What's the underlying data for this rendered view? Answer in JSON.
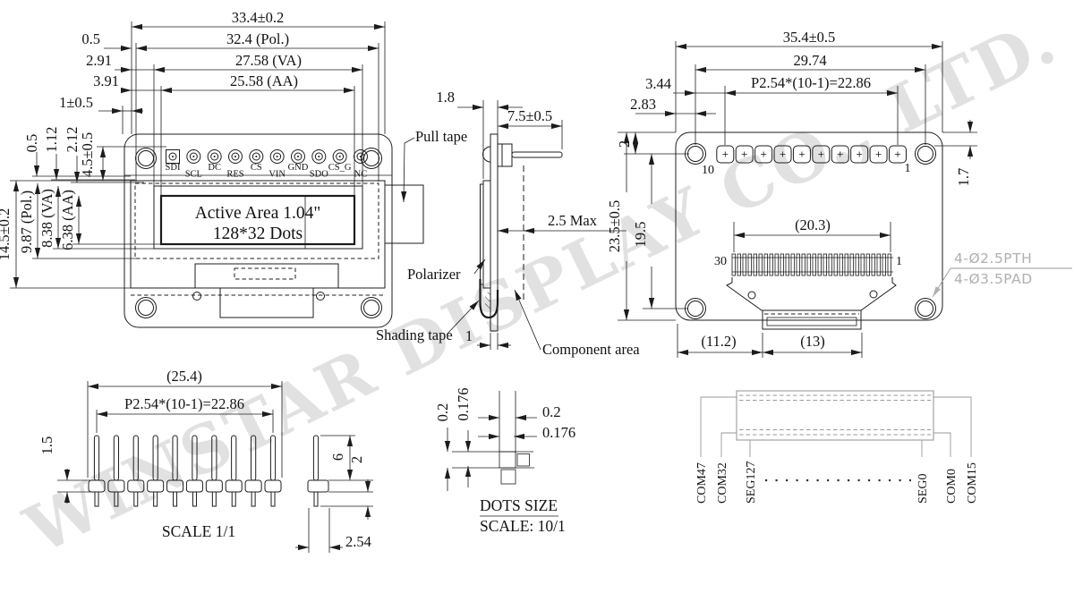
{
  "watermark": "WINSTAR DISPLAY CO., LTD.",
  "front_view": {
    "dim_33_4": "33.4±0.2",
    "dim_0_5_top": "0.5",
    "dim_32_4": "32.4 (Pol.)",
    "dim_2_91": "2.91",
    "dim_27_58": "27.58 (VA)",
    "dim_3_91": "3.91",
    "dim_25_58": "25.58 (AA)",
    "dim_1": "1±0.5",
    "dim_0_5_left": "0.5",
    "dim_1_12": "1.12",
    "dim_2_12": "2.12",
    "dim_4_5": "4.5±0.5",
    "dim_14_5": "14.5±0.2",
    "dim_9_87": "9.87 (Pol.)",
    "dim_8_38": "8.38 (VA)",
    "dim_6_38": "6.38 (AA)",
    "pins": [
      "SDI",
      "SCL",
      "DC",
      "RES",
      "CS",
      "VIN",
      "GND",
      "SDO",
      "CS_G",
      "NC"
    ],
    "active_area_line1": "Active Area 1.04\"",
    "active_area_line2": "128*32 Dots",
    "pull_tape": "Pull tape"
  },
  "side_view": {
    "dim_1_8": "1.8",
    "dim_7_5": "7.5±0.5",
    "dim_2_5_max": "2.5 Max",
    "dim_1": "1",
    "polarizer": "Polarizer",
    "shading_tape": "Shading tape",
    "component_area": "Component area"
  },
  "back_view": {
    "dim_35_4": "35.4±0.5",
    "dim_29_74": "29.74",
    "dim_p254": "P2.54*(10-1)=22.86",
    "dim_3_44": "3.44",
    "dim_2_83": "2.83",
    "dim_2": "2",
    "dim_1_7": "1.7",
    "dim_23_5": "23.5±0.5",
    "dim_19_5": "19.5",
    "dim_20_3": "(20.3)",
    "dim_11_2": "(11.2)",
    "dim_13": "(13)",
    "pad_num_left": "10",
    "pad_num_right": "1",
    "fpc_num_left": "30",
    "fpc_num_right": "1",
    "hole_note1": "4-Ø2.5PTH",
    "hole_note2": "4-Ø3.5PAD"
  },
  "pin_header": {
    "dim_25_4": "(25.4)",
    "dim_p254": "P2.54*(10-1)=22.86",
    "dim_1_5": "1.5",
    "dim_6": "6",
    "dim_2": "2",
    "dim_2_54": "2.54",
    "scale": "SCALE 1/1"
  },
  "dots_size": {
    "dim_v_0_2": "0.2",
    "dim_v_0_176": "0.176",
    "dim_h_0_2": "0.2",
    "dim_h_0_176": "0.176",
    "title": "DOTS SIZE",
    "scale": "SCALE: 10/1"
  },
  "connector": {
    "labels": [
      "COM47",
      "COM32",
      "SEG127",
      "SEG0",
      "COM0",
      "COM15"
    ]
  }
}
